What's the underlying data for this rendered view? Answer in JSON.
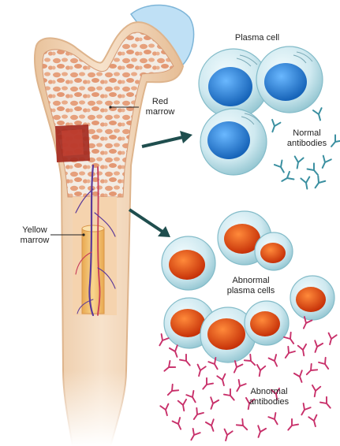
{
  "labels": {
    "red_marrow": [
      "Red",
      "marrow"
    ],
    "yellow_marrow": [
      "Yellow",
      "marrow"
    ],
    "plasma_cell": "Plasma cell",
    "normal_antibodies": [
      "Normal",
      "antibodies"
    ],
    "abnormal_plasma_cells": [
      "Abnormal",
      "plasma cells"
    ],
    "abnormal_antibodies": [
      "Abnormal",
      "antibodies"
    ]
  },
  "colors": {
    "bone": "#f2d6b8",
    "bone_edge": "#e0b890",
    "spongy_bone": "#e8a07c",
    "cartilage": "#bfe0f5",
    "red_marrow_patch": "#a52a20",
    "yellow_marrow": "#f5c070",
    "vessel": "#5b3a9a",
    "arrow": "#1f4e4e",
    "cell_membrane": "#bfe3ec",
    "normal_nucleus": "#2a7fd0",
    "abnormal_nucleus": "#e04a14",
    "normal_antibody": "#3a8fa0",
    "abnormal_antibody": "#c8306a"
  }
}
